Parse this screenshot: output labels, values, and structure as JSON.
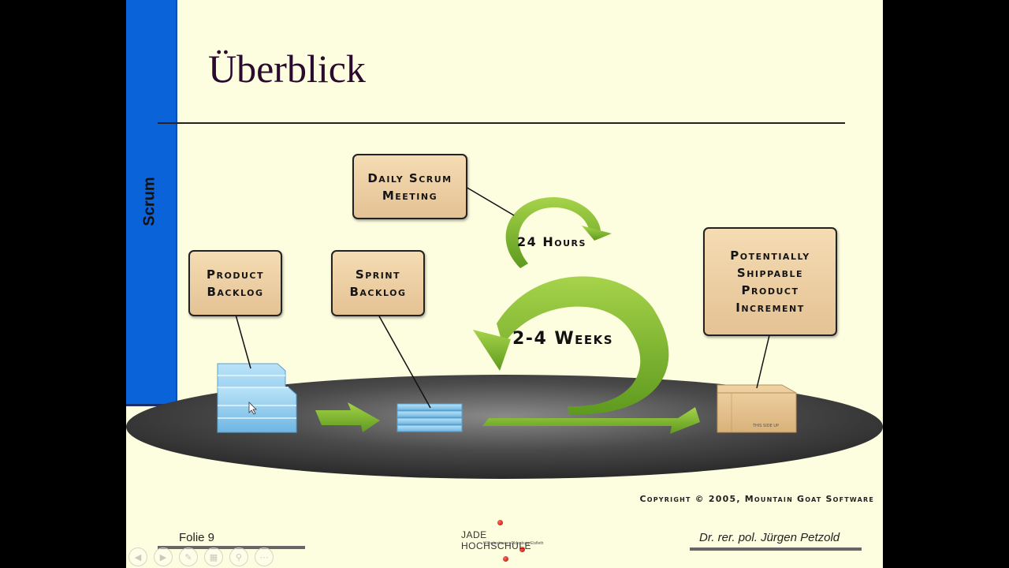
{
  "slide": {
    "sidebar_label": "Scrum",
    "title": "Überblick",
    "diagram": {
      "product_backlog": "Product\nBacklog",
      "sprint_backlog": "Sprint\nBacklog",
      "daily_scrum": "Daily Scrum\nMeeting",
      "increment": "Potentially\nShippable\nProduct\nIncrement",
      "cycle_24h": "24 Hours",
      "cycle_weeks": "2-4 Weeks",
      "box_label": "THIS SIDE UP"
    },
    "copyright": "Copyright © 2005, Mountain Goat Software",
    "footer": {
      "slide_number": "Folie 9",
      "author": "Dr. rer. pol. Jürgen Petzold",
      "logo_text": "JADE HOCHSCHULE",
      "logo_subtext": "Wilhelmshaven Oldenburg Elsfleth"
    }
  },
  "colors": {
    "sidebar": "#0a63d9",
    "background": "#fdfde0",
    "arrow_green": "#7bb52e",
    "box_fill": "#e9cb9c"
  },
  "nav_icons": [
    "back-icon",
    "forward-icon",
    "pen-icon",
    "slides-icon",
    "zoom-icon",
    "more-icon"
  ]
}
